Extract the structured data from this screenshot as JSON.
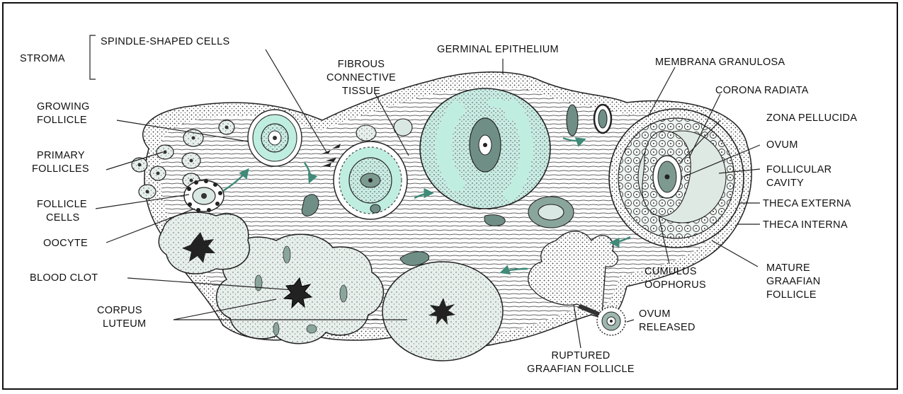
{
  "labels": {
    "stroma": "STROMA",
    "spindle_cells": "SPINDLE-SHAPED CELLS",
    "fibrous": [
      "FIBROUS",
      "CONNECTIVE",
      "TISSUE"
    ],
    "germinal_epithelium": "GERMINAL EPITHELIUM",
    "membrana_granulosa": "MEMBRANA GRANULOSA",
    "corona_radiata": "CORONA RADIATA",
    "zona_pellucida": "ZONA PELLUCIDA",
    "ovum": "OVUM",
    "follicular_cavity": [
      "FOLLICULAR",
      "CAVITY"
    ],
    "theca_externa": "THECA EXTERNA",
    "theca_interna": "THECA INTERNA",
    "mature_graafian": [
      "MATURE",
      "GRAAFIAN",
      "FOLLICLE"
    ],
    "cumulus_oophorus": [
      "CUMULUS",
      "OOPHORUS"
    ],
    "ovum_released": [
      "OVUM",
      "RELEASED"
    ],
    "ruptured_graafian": [
      "RUPTURED",
      "GRAAFIAN FOLLICLE"
    ],
    "growing_follicle": [
      "GROWING",
      "FOLLICLE"
    ],
    "primary_follicles": [
      "PRIMARY",
      "FOLLICLES"
    ],
    "follicle_cells": [
      "FOLLICLE",
      "CELLS"
    ],
    "oocyte": "OOCYTE",
    "blood_clot": "BLOOD CLOT",
    "corpus_luteum": [
      "CORPUS",
      "LUTEUM"
    ]
  },
  "colors": {
    "accent_teal": "#bfeee0",
    "dark_teal": "#6f8f86",
    "stipple_fill": "#e4ece8",
    "arrow": "#3f8a78",
    "outline": "#222222"
  }
}
